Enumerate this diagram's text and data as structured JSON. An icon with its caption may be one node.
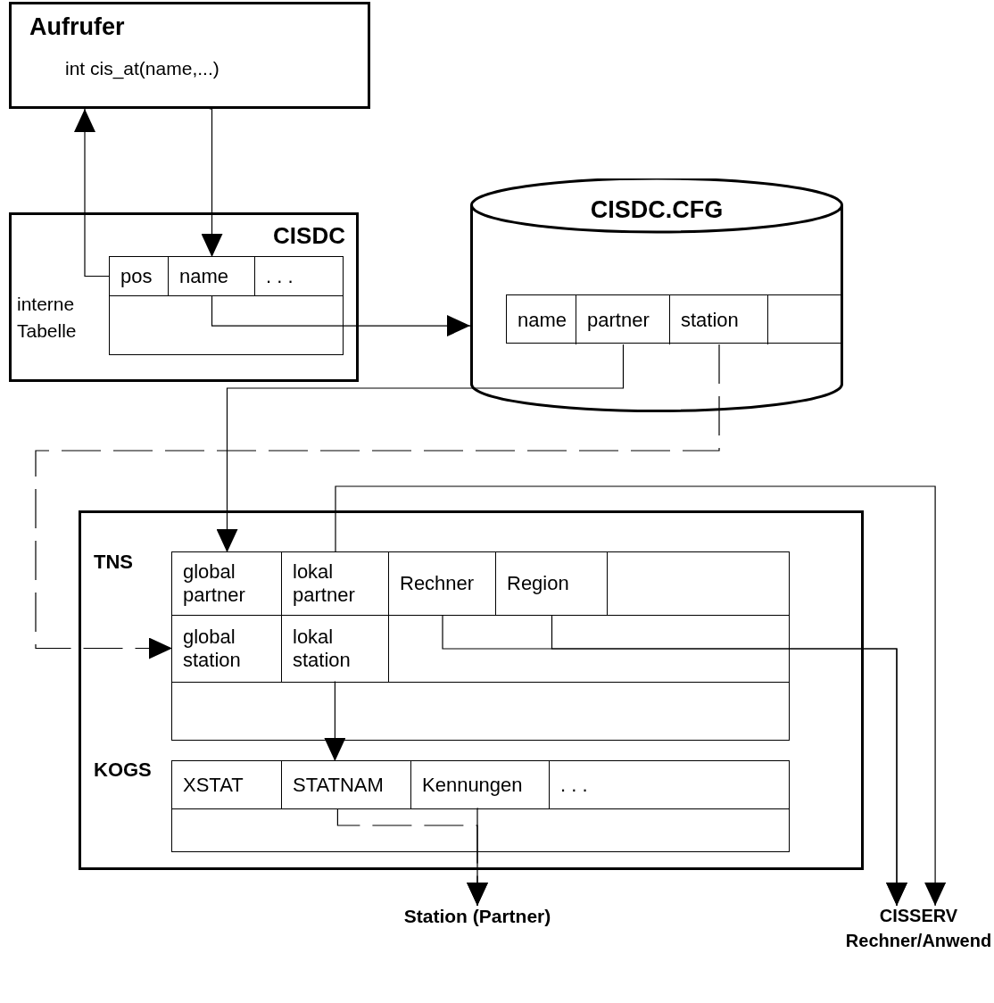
{
  "diagram": {
    "nodes": [
      {
        "text": [
          "Aufrufer",
          "int cis_at(name,...)"
        ]
      },
      {
        "text": [
          "CISDC",
          "interne Tabelle"
        ]
      },
      {
        "text": [],
        "shape": "box",
        "in": 1
      },
      {
        "text": [
          "pos"
        ],
        "in": 2
      },
      {
        "text": [
          "name"
        ],
        "in": 2
      },
      {
        "text": [
          ". . ."
        ],
        "in": 2
      },
      {
        "text": [
          "CISDC.CFG"
        ]
      },
      {
        "text": [],
        "shape": "box",
        "in": 6
      },
      {
        "text": [
          "name"
        ],
        "in": 7
      },
      {
        "text": [
          "partner"
        ],
        "in": 7
      },
      {
        "text": [
          "station"
        ],
        "in": 7
      },
      {
        "text": [],
        "shape": "box"
      },
      {
        "text": [
          "TNS"
        ],
        "in": 11
      },
      {
        "text": [
          "global partner"
        ],
        "in": 12
      },
      {
        "text": [
          "lokal partner"
        ],
        "in": 12
      },
      {
        "text": [
          "Rechner"
        ],
        "in": 12
      },
      {
        "text": [
          "Region"
        ],
        "in": 12
      },
      {
        "text": [
          "global station"
        ],
        "in": 12
      },
      {
        "text": [
          "lokal station"
        ],
        "in": 12
      },
      {
        "text": [
          "KOGS"
        ],
        "in": 11
      },
      {
        "text": [
          "XSTAT"
        ],
        "in": 19
      },
      {
        "text": [
          "STATNAM"
        ],
        "in": 19
      },
      {
        "text": [
          "Kennungen"
        ],
        "in": 19
      },
      {
        "text": [
          ". . ."
        ],
        "in": 19
      },
      {
        "text": [
          "Station (Partner)"
        ]
      },
      {
        "text": [
          "CISSERV",
          "Rechner/Anwend"
        ]
      }
    ],
    "edges": [
      {
        "from": 0,
        "to": 4,
        "arrow": "to"
      },
      {
        "from": 3,
        "to": 0,
        "arrow": "to"
      },
      {
        "from": 4,
        "to": 6,
        "arrow": "to"
      },
      {
        "from": 9,
        "to": 13,
        "arrow": "to"
      },
      {
        "from": 10,
        "to": 17,
        "arrow": "to",
        "style": "dashed"
      },
      {
        "from": 14,
        "to": 25,
        "arrow": "to"
      },
      {
        "from": 15,
        "to": 25,
        "arrow": "to"
      },
      {
        "from": 16,
        "to": 25,
        "arrow": "to"
      },
      {
        "from": 18,
        "to": 21,
        "arrow": "to"
      },
      {
        "from": 21,
        "to": 24,
        "arrow": "to",
        "style": "dashed"
      },
      {
        "from": 22,
        "to": 24,
        "arrow": "to"
      }
    ]
  }
}
